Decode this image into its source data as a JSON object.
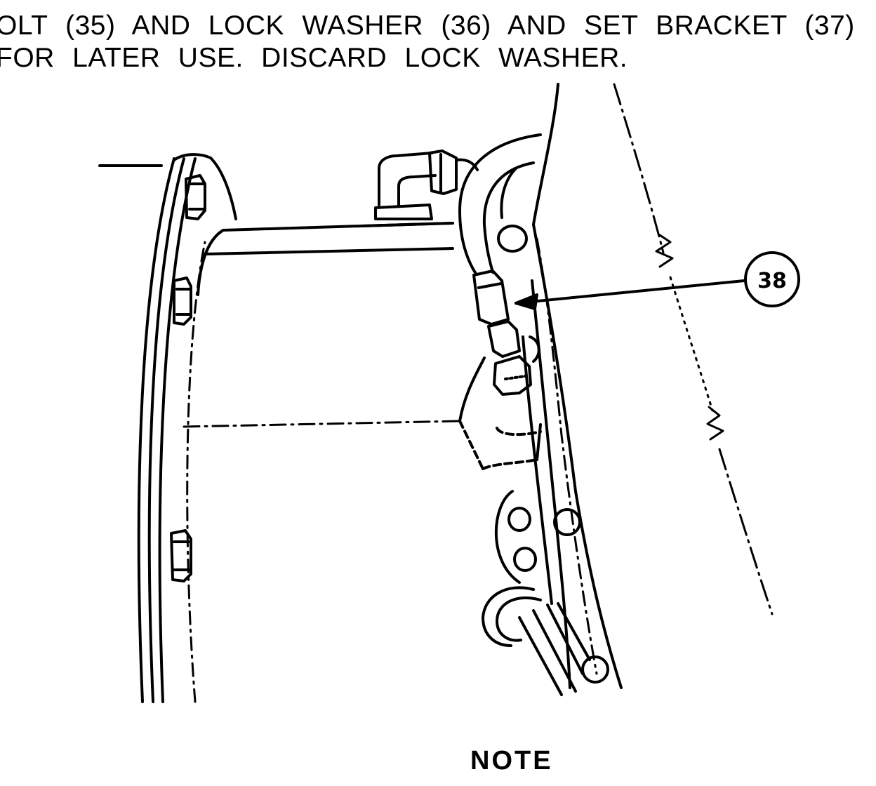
{
  "instructions": {
    "line1": "OLT  (35)  AND  LOCK  WASHER  (36)  AND  SET  BRACKET  (37)",
    "line2": "FOR  LATER  USE.  DISCARD  LOCK  WASHER."
  },
  "figure": {
    "callout": "38"
  },
  "note_heading": "NOTE"
}
